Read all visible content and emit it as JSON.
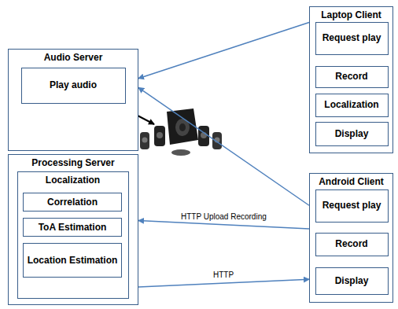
{
  "diagram": {
    "nodes": [
      {
        "text": [
          "Audio Server"
        ]
      },
      {
        "text": [
          "Play audio"
        ],
        "in": 0
      },
      {
        "text": [
          "Laptop Client"
        ]
      },
      {
        "text": [
          "Request play"
        ],
        "in": 2
      },
      {
        "text": [
          "Record"
        ],
        "in": 2
      },
      {
        "text": [
          "Localization"
        ],
        "in": 2
      },
      {
        "text": [
          "Display"
        ],
        "in": 2
      },
      {
        "text": [
          "Processing Server"
        ]
      },
      {
        "text": [
          "Localization"
        ],
        "in": 7
      },
      {
        "text": [
          "Correlation"
        ],
        "in": 8
      },
      {
        "text": [
          "ToA Estimation"
        ],
        "in": 8
      },
      {
        "text": [
          "Location Estimation"
        ],
        "in": 8
      },
      {
        "text": [
          "Android Client"
        ]
      },
      {
        "text": [
          "Request play"
        ],
        "in": 12
      },
      {
        "text": [
          "Record"
        ],
        "in": 12
      },
      {
        "text": [
          "Display"
        ],
        "in": 12
      }
    ],
    "edges": [
      {
        "from": 2,
        "to": 0,
        "arrow": "to"
      },
      {
        "from": 12,
        "to": 0,
        "arrow": "to"
      },
      {
        "from": 4,
        "to": 5,
        "arrow": "to"
      },
      {
        "from": 5,
        "to": 6,
        "arrow": "to"
      },
      {
        "from": 9,
        "to": 10,
        "arrow": "to"
      },
      {
        "from": 10,
        "to": 11,
        "arrow": "to"
      },
      {
        "from": 12,
        "to": 7,
        "label": "HTTP Upload Recording",
        "arrow": "to"
      },
      {
        "from": 7,
        "to": 12,
        "label": "HTTP",
        "arrow": "to"
      }
    ]
  }
}
